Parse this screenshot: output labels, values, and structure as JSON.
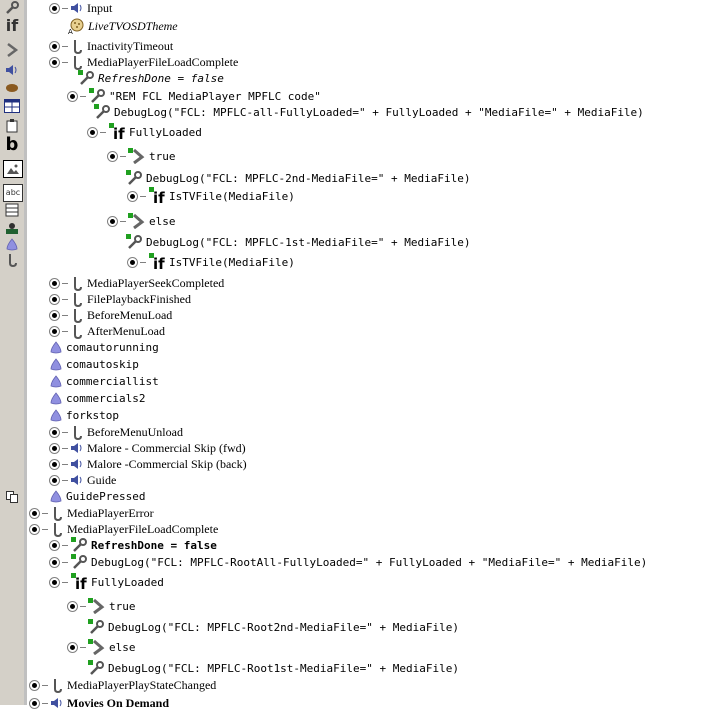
{
  "toolbar": {
    "icons": [
      "wrench-icon",
      "if-icon",
      "chevron-icon",
      "speaker-icon",
      "pill-icon",
      "table-icon",
      "paste-icon",
      "bold-b-icon",
      "image-icon",
      "text-field-icon",
      "list-icon",
      "person-icon",
      "cone-icon",
      "hook-icon",
      "copy-icon"
    ],
    "if_text": "if",
    "bold_text": "b",
    "text_field_text": "abc"
  },
  "tree": {
    "rows": [
      {
        "text": "Input",
        "icon": "speaker-icon",
        "style": "serif"
      },
      {
        "text": "LiveTVOSDTheme",
        "icon": "theme-icon",
        "style": "italic"
      },
      {
        "text": "InactivityTimeout",
        "icon": "hook-icon",
        "style": "serif"
      },
      {
        "text": "MediaPlayerFileLoadComplete",
        "icon": "hook-icon",
        "style": "serif"
      },
      {
        "text": "RefreshDone = false",
        "icon": "wrench-icon",
        "style": "mono italic"
      },
      {
        "text": "\"REM FCL MediaPlayer MPFLC code\"",
        "icon": "wrench-icon",
        "style": "mono"
      },
      {
        "text": "DebugLog(\"FCL: MPFLC-all-FullyLoaded=\" + FullyLoaded + \"MediaFile=\" + MediaFile)",
        "icon": "wrench-icon",
        "style": "mono"
      },
      {
        "text": "FullyLoaded",
        "icon": "if-icon",
        "style": "mono"
      },
      {
        "text": "true",
        "icon": "chevron-icon",
        "style": "mono"
      },
      {
        "text": "DebugLog(\"FCL: MPFLC-2nd-MediaFile=\" + MediaFile)",
        "icon": "wrench-icon",
        "style": "mono"
      },
      {
        "text": "IsTVFile(MediaFile)",
        "icon": "if-icon",
        "style": "mono"
      },
      {
        "text": "else",
        "icon": "chevron-icon",
        "style": "mono"
      },
      {
        "text": "DebugLog(\"FCL: MPFLC-1st-MediaFile=\" + MediaFile)",
        "icon": "wrench-icon",
        "style": "mono"
      },
      {
        "text": "IsTVFile(MediaFile)",
        "icon": "if-icon",
        "style": "mono"
      },
      {
        "text": "MediaPlayerSeekCompleted",
        "icon": "hook-icon",
        "style": "serif"
      },
      {
        "text": "FilePlaybackFinished",
        "icon": "hook-icon",
        "style": "serif"
      },
      {
        "text": "BeforeMenuLoad",
        "icon": "hook-icon",
        "style": "serif"
      },
      {
        "text": "AfterMenuLoad",
        "icon": "hook-icon",
        "style": "serif"
      },
      {
        "text": "comautorunning",
        "icon": "cone-icon",
        "style": "mono"
      },
      {
        "text": "comautoskip",
        "icon": "cone-icon",
        "style": "mono"
      },
      {
        "text": "commerciallist",
        "icon": "cone-icon",
        "style": "mono"
      },
      {
        "text": "commercials2",
        "icon": "cone-icon",
        "style": "mono"
      },
      {
        "text": "forkstop",
        "icon": "cone-icon",
        "style": "mono"
      },
      {
        "text": "BeforeMenuUnload",
        "icon": "hook-icon",
        "style": "serif"
      },
      {
        "text": "Malore - Commercial Skip (fwd)",
        "icon": "speaker-icon",
        "style": "serif"
      },
      {
        "text": "Malore -Commercial Skip (back)",
        "icon": "speaker-icon",
        "style": "serif"
      },
      {
        "text": "Guide",
        "icon": "speaker-icon",
        "style": "serif"
      },
      {
        "text": "GuidePressed",
        "icon": "cone-icon",
        "style": "mono"
      },
      {
        "text": "MediaPlayerError",
        "icon": "hook-icon",
        "style": "serif"
      },
      {
        "text": "MediaPlayerFileLoadComplete",
        "icon": "hook-icon",
        "style": "serif"
      },
      {
        "text": "RefreshDone = false",
        "icon": "wrench-icon",
        "style": "mono bold"
      },
      {
        "text": "DebugLog(\"FCL: MPFLC-RootAll-FullyLoaded=\" + FullyLoaded + \"MediaFile=\" + MediaFile)",
        "icon": "wrench-icon",
        "style": "mono"
      },
      {
        "text": "FullyLoaded",
        "icon": "if-icon",
        "style": "mono"
      },
      {
        "text": "true",
        "icon": "chevron-icon",
        "style": "mono"
      },
      {
        "text": "DebugLog(\"FCL: MPFLC-Root2nd-MediaFile=\" + MediaFile)",
        "icon": "wrench-icon",
        "style": "mono"
      },
      {
        "text": "else",
        "icon": "chevron-icon",
        "style": "mono"
      },
      {
        "text": "DebugLog(\"FCL: MPFLC-Root1st-MediaFile=\" + MediaFile)",
        "icon": "wrench-icon",
        "style": "mono"
      },
      {
        "text": "MediaPlayerPlayStateChanged",
        "icon": "hook-icon",
        "style": "serif"
      },
      {
        "text": "Movies On Demand",
        "icon": "speaker-icon",
        "style": "serif bold"
      }
    ]
  },
  "colors": {
    "green_marker": "#20a020",
    "cone": "#9090e0",
    "toolbar_bg": "#d4d0c8"
  }
}
